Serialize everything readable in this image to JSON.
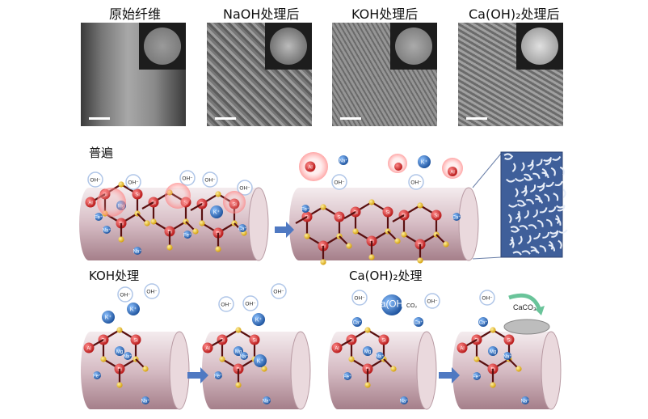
{
  "panels": [
    {
      "title": "原始纤维"
    },
    {
      "title": "NaOH处理后"
    },
    {
      "title": "KOH处理后"
    },
    {
      "title": "Ca(OH)₂处理后"
    }
  ],
  "sections": {
    "general": "普遍",
    "koh": "KOH处理",
    "caoh2": "Ca(OH)₂处理"
  },
  "labels": {
    "oh": "OH⁻",
    "na": "Na⁺",
    "k": "K⁺",
    "fe": "Fe⁺",
    "ca": "Ca⁺",
    "mg": "Mg",
    "si": "Si",
    "al": "Al",
    "caoh2": "Ca(OH)₂",
    "co2": "CO₂",
    "caco3": "CaCO₃"
  },
  "colors": {
    "si": "#e03030",
    "o": "#f0c020",
    "ion": "#1f6db5",
    "fiber": "#d9c2c8",
    "arrow": "#4f79c2"
  }
}
